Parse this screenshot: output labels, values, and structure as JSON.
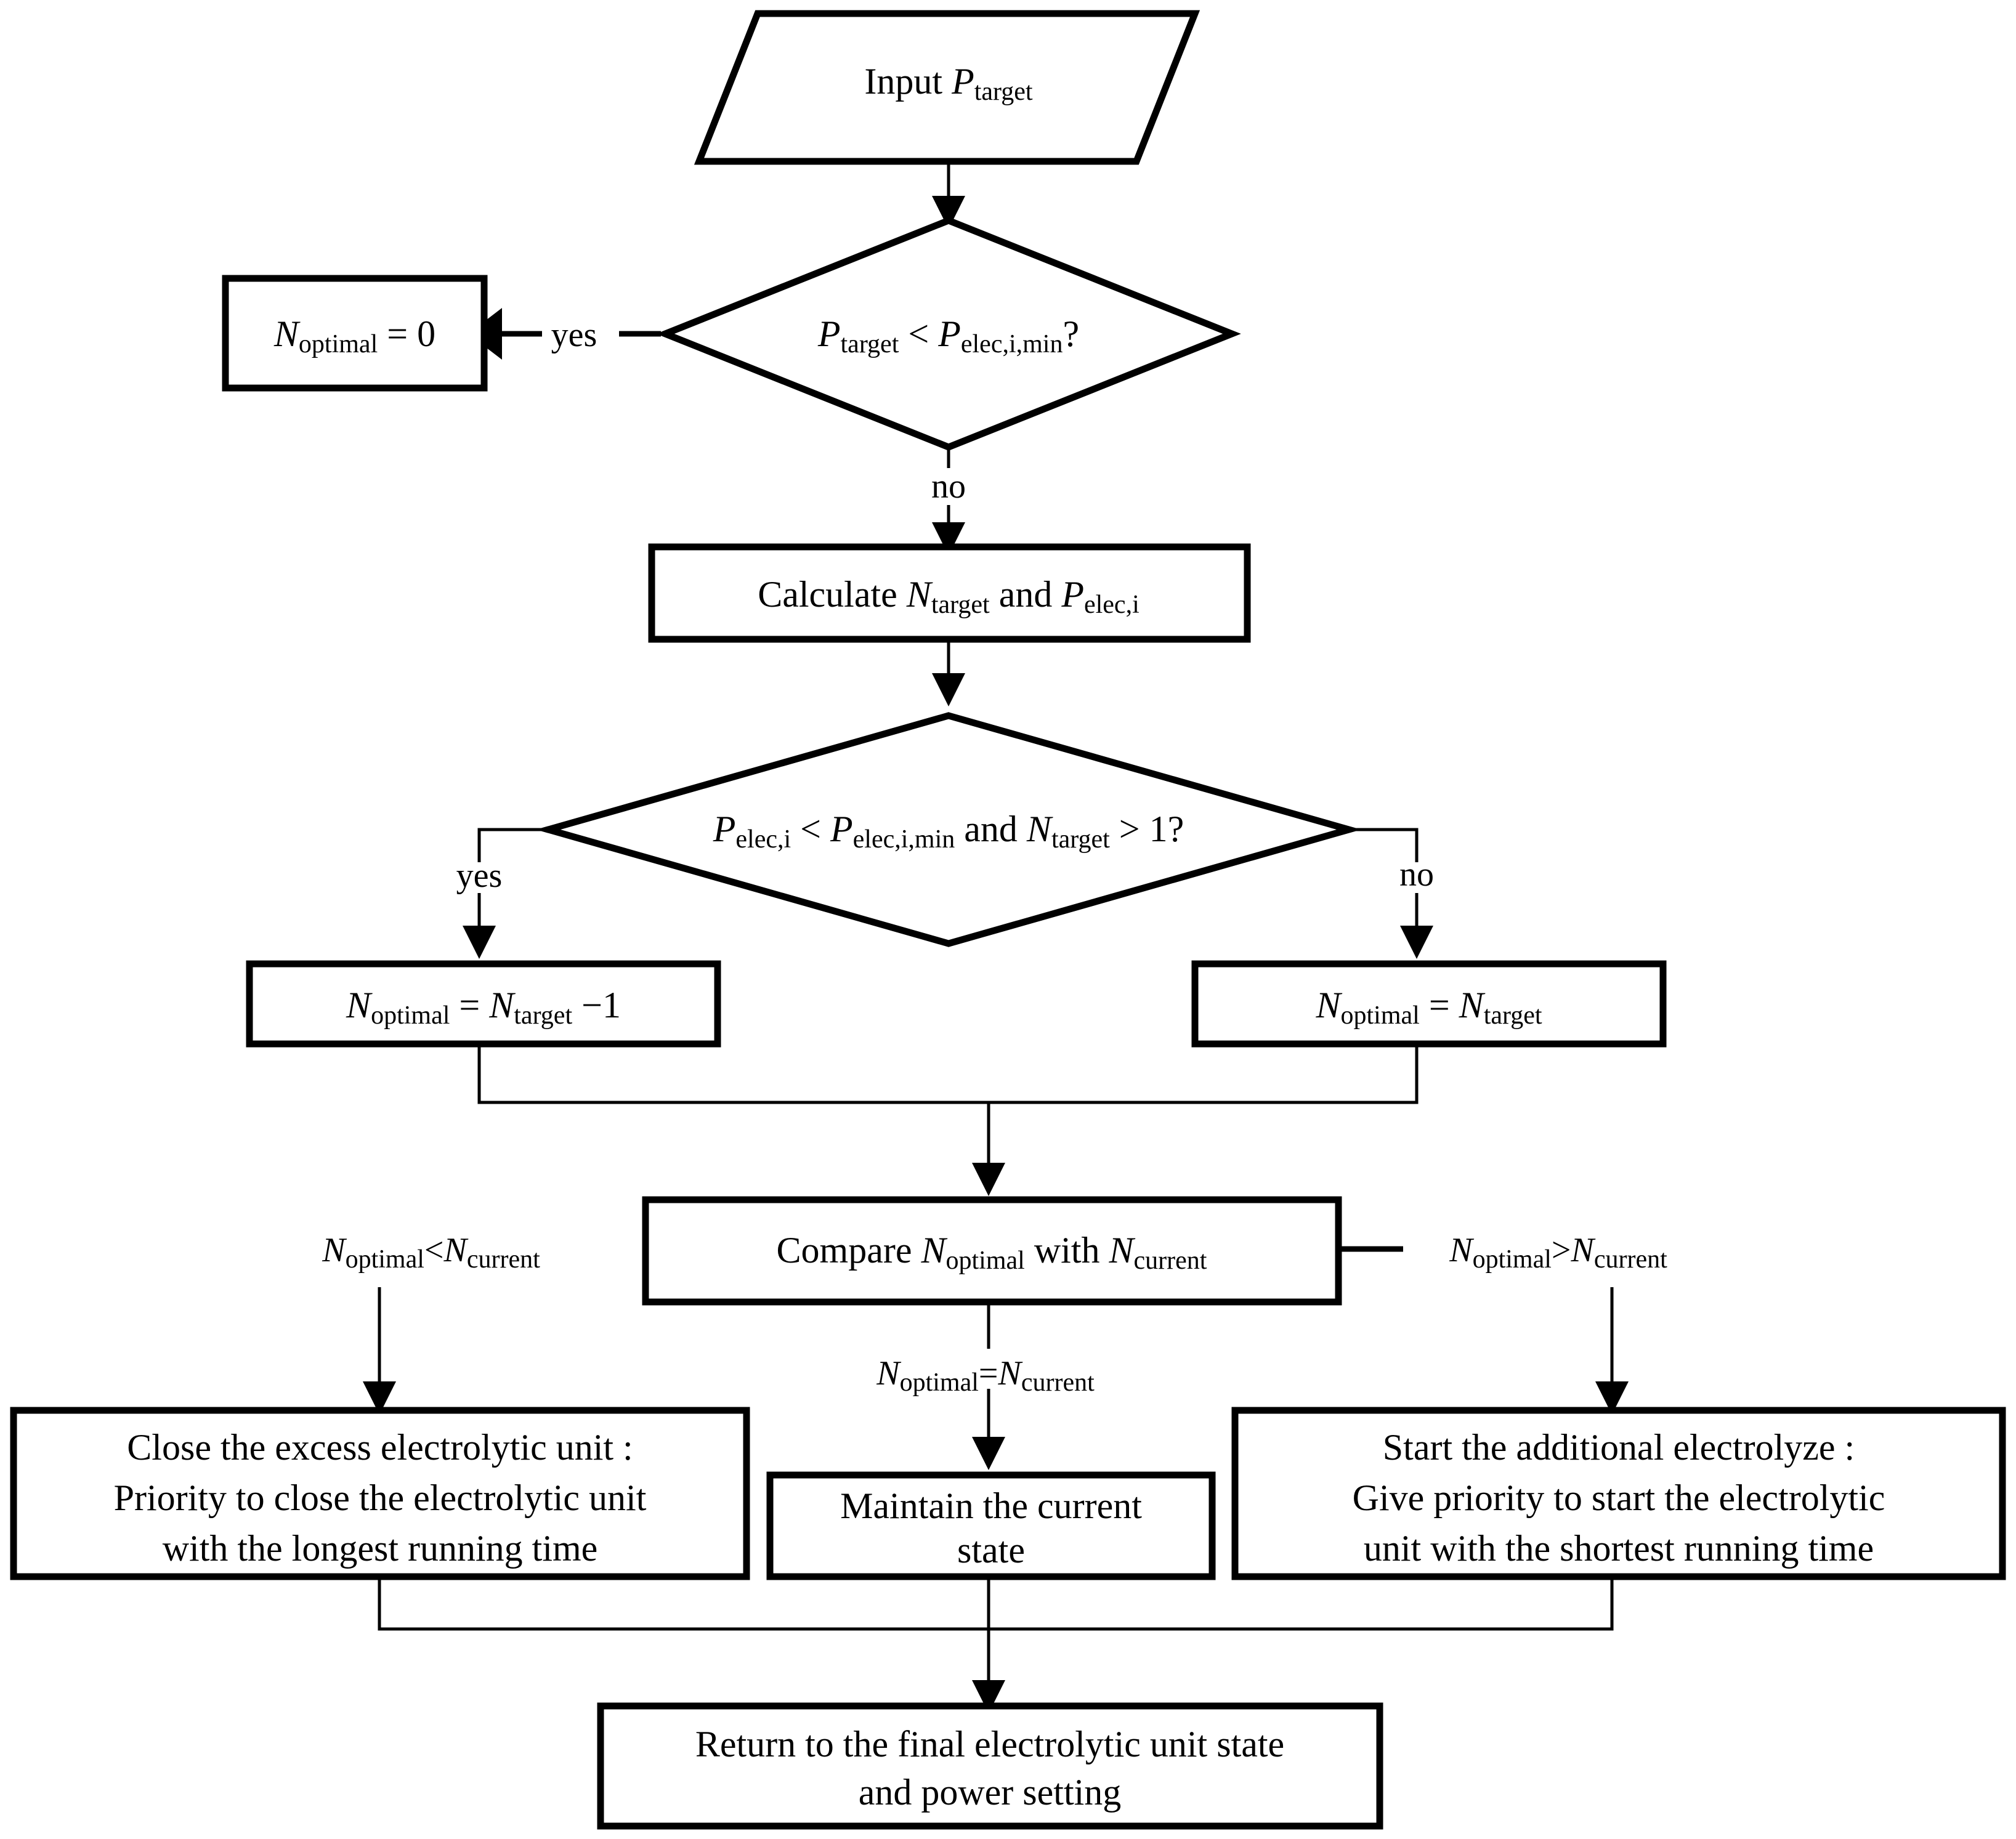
{
  "diagram": {
    "title": "Electrolytic unit scheduling flowchart",
    "type": "flowchart",
    "background_color": "#ffffff",
    "line_color": "#000000"
  },
  "nodes": {
    "input": {
      "shape": "parallelogram",
      "text": "Input Ptarget",
      "parts": {
        "lead": "Input ",
        "var": "P",
        "sub": "target"
      }
    },
    "decision1": {
      "shape": "diamond",
      "text": "Ptarget < Pelec,i,min?",
      "parts": {
        "v1": "P",
        "s1": "target",
        "op": " < ",
        "v2": "P",
        "s2": "elec,i,min",
        "tail": "?"
      }
    },
    "noptimal_zero": {
      "shape": "rect",
      "text": "Noptimal = 0",
      "parts": {
        "v1": "N",
        "s1": "optimal",
        "rest": " = 0"
      }
    },
    "calculate": {
      "shape": "rect",
      "text": "Calculate Ntarget and Pelec,i",
      "parts": {
        "lead": "Calculate ",
        "v1": "N",
        "s1": "target",
        "mid": " and ",
        "v2": "P",
        "s2": "elec,i"
      }
    },
    "decision2": {
      "shape": "diamond",
      "text": "Pelec,i < Pelec,i,min and Ntarget > 1?",
      "parts": {
        "v1": "P",
        "s1": "elec,i",
        "op1": " < ",
        "v2": "P",
        "s2": "elec,i,min",
        "mid": " and ",
        "v3": "N",
        "s3": "target",
        "op2": " > 1?"
      }
    },
    "noptimal_minus1": {
      "shape": "rect",
      "text": "Noptimal = Ntarget −1",
      "parts": {
        "v1": "N",
        "s1": "optimal",
        "eq": " = ",
        "v2": "N",
        "s2": "target",
        "rest": " −1"
      }
    },
    "noptimal_eq_ntarget": {
      "shape": "rect",
      "text": "Noptimal = Ntarget",
      "parts": {
        "v1": "N",
        "s1": "optimal",
        "eq": " = ",
        "v2": "N",
        "s2": "target"
      }
    },
    "compare": {
      "shape": "rect",
      "text": "Compare Noptimal with Ncurrent",
      "parts": {
        "lead": "Compare ",
        "v1": "N",
        "s1": "optimal",
        "mid": "  with  ",
        "v2": "N",
        "s2": "current"
      }
    },
    "close_excess": {
      "shape": "rect",
      "lines": [
        "Close the excess electrolytic unit :",
        "Priority to close the electrolytic unit",
        "with the longest running time"
      ]
    },
    "maintain": {
      "shape": "rect",
      "lines": [
        "Maintain the current",
        "state"
      ]
    },
    "start_additional": {
      "shape": "rect",
      "lines": [
        "Start the additional electrolyze :",
        "Give priority to start the electrolytic",
        "unit with the shortest running time"
      ]
    },
    "return_final": {
      "shape": "rect",
      "lines": [
        "Return to the final electrolytic unit state",
        "and power setting"
      ]
    }
  },
  "edge_labels": {
    "yes1": "yes",
    "no1": "no",
    "yes2": "yes",
    "no2": "no",
    "less_than": {
      "v1": "N",
      "s1": "optimal",
      "op": "<",
      "v2": "N",
      "s2": "current"
    },
    "equal_to": {
      "v1": "N",
      "s1": "optimal",
      "op": "=",
      "v2": "N",
      "s2": "current"
    },
    "greater_than": {
      "v1": "N",
      "s1": "optimal",
      "op": ">",
      "v2": "N",
      "s2": "current"
    }
  }
}
